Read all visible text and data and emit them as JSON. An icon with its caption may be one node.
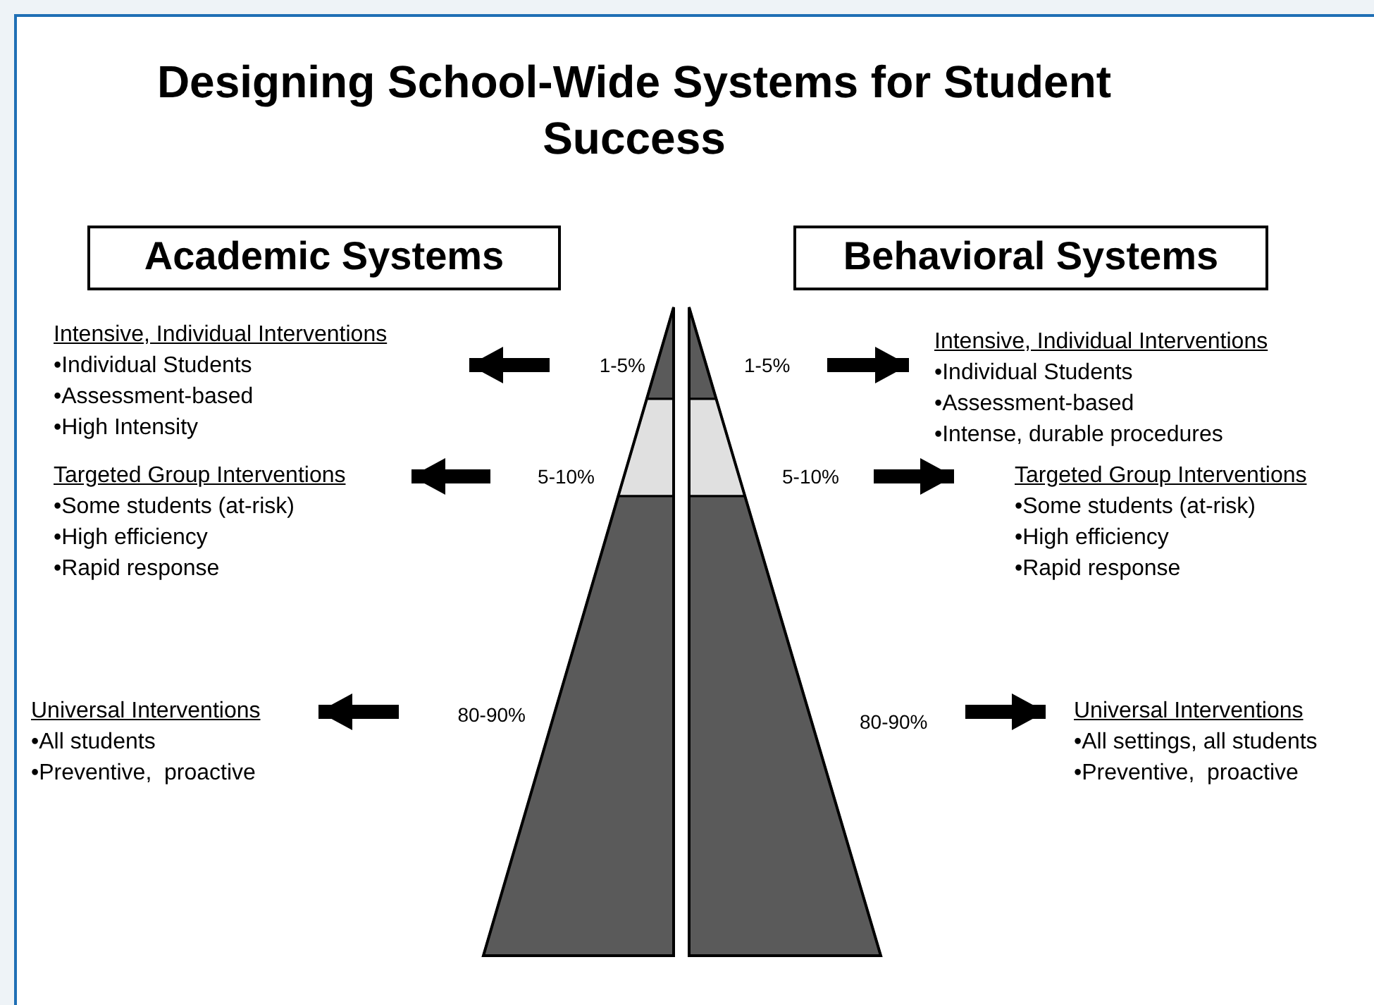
{
  "diagram": {
    "title": "Designing School-Wide Systems for Student Success",
    "nodes": [
      {
        "text": [
          "Academic Systems"
        ]
      },
      {
        "text": [
          "Behavioral Systems"
        ]
      },
      {
        "text": [
          "Intensive, Individual Interventions",
          "•Individual Students",
          "•Assessment-based",
          "•High Intensity"
        ]
      },
      {
        "text": [
          "Targeted Group Interventions",
          "•Some students (at-risk)",
          "•High efficiency",
          "•Rapid response"
        ]
      },
      {
        "text": [
          "Universal Interventions",
          "•All students",
          "•Preventive,  proactive"
        ]
      },
      {
        "text": [
          "Intensive, Individual Interventions",
          "•Individual Students",
          "•Assessment-based",
          "•Intense, durable procedures"
        ]
      },
      {
        "text": [
          "Targeted Group Interventions",
          "•Some students (at-risk)",
          "•High efficiency",
          "•Rapid response"
        ]
      },
      {
        "text": [
          "Universal Interventions",
          "•All settings, all students",
          "•Preventive,  proactive"
        ]
      },
      {
        "text": [
          "1-5%"
        ]
      },
      {
        "text": [
          "5-10%"
        ]
      },
      {
        "text": [
          "80-90%"
        ]
      },
      {
        "text": [
          "1-5%"
        ]
      },
      {
        "text": [
          "5-10%"
        ]
      },
      {
        "text": [
          "80-90%"
        ]
      }
    ],
    "edges": [
      {
        "from": 8,
        "to": 2,
        "arrow": "to"
      },
      {
        "from": 9,
        "to": 3,
        "arrow": "to"
      },
      {
        "from": 10,
        "to": 4,
        "arrow": "to"
      },
      {
        "from": 11,
        "to": 5,
        "arrow": "to"
      },
      {
        "from": 12,
        "to": 6,
        "arrow": "to"
      },
      {
        "from": 13,
        "to": 7,
        "arrow": "to"
      }
    ]
  }
}
